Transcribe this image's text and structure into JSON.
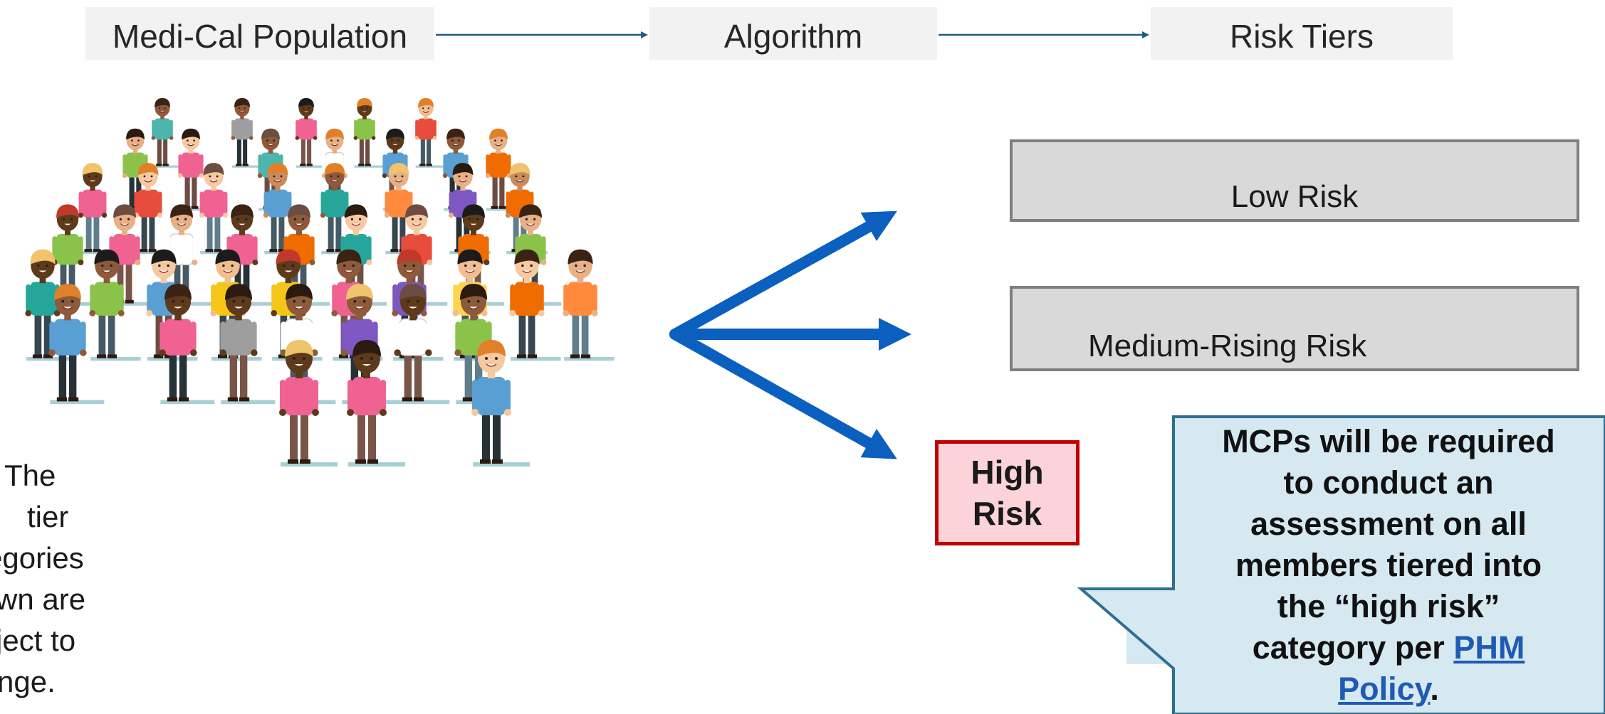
{
  "flow": {
    "stages": [
      "Medi-Cal Population",
      "Algorithm",
      "Risk Tiers"
    ]
  },
  "tiers": {
    "low": "Low Risk",
    "medium": "Medium-Rising Risk",
    "high": "High Risk"
  },
  "note": {
    "lines": [
      "e: The",
      "tier",
      "egories",
      "wn are",
      "ject to",
      "nge."
    ]
  },
  "callout": {
    "text": "MCPs will be required to conduct an assessment on all members tiered into the “high risk” category per",
    "link_text": "PHM Policy",
    "end": "."
  },
  "colors": {
    "branch_arrow": "#0a5fbf",
    "flow_arrow": "#1f5d86",
    "stage_fill": "#f2f2f2",
    "tier_fill": "#d9d9d9",
    "tier_border": "#7f7f7f",
    "high_fill": "#fbd3d9",
    "high_border": "#c00000",
    "callout_fill": "#d6e8f0",
    "callout_border": "#2e6f94",
    "link": "#1f5bb5"
  }
}
